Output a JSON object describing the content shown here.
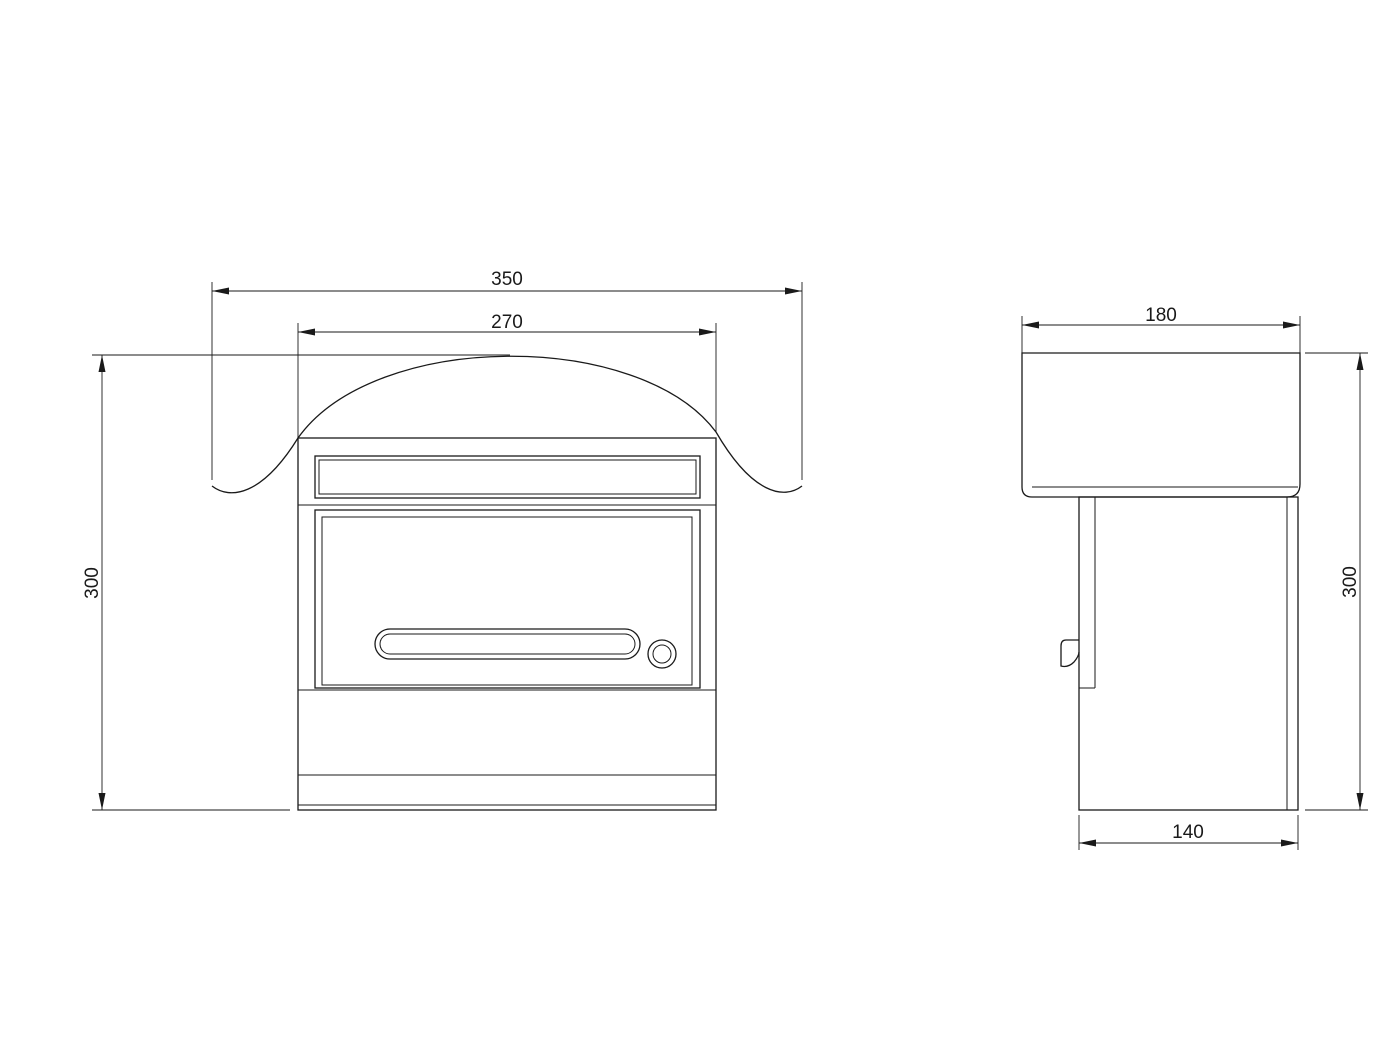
{
  "front_view": {
    "overall_width": "350",
    "body_width": "270",
    "height": "300"
  },
  "side_view": {
    "roof_depth": "180",
    "body_depth": "140",
    "height": "300"
  }
}
